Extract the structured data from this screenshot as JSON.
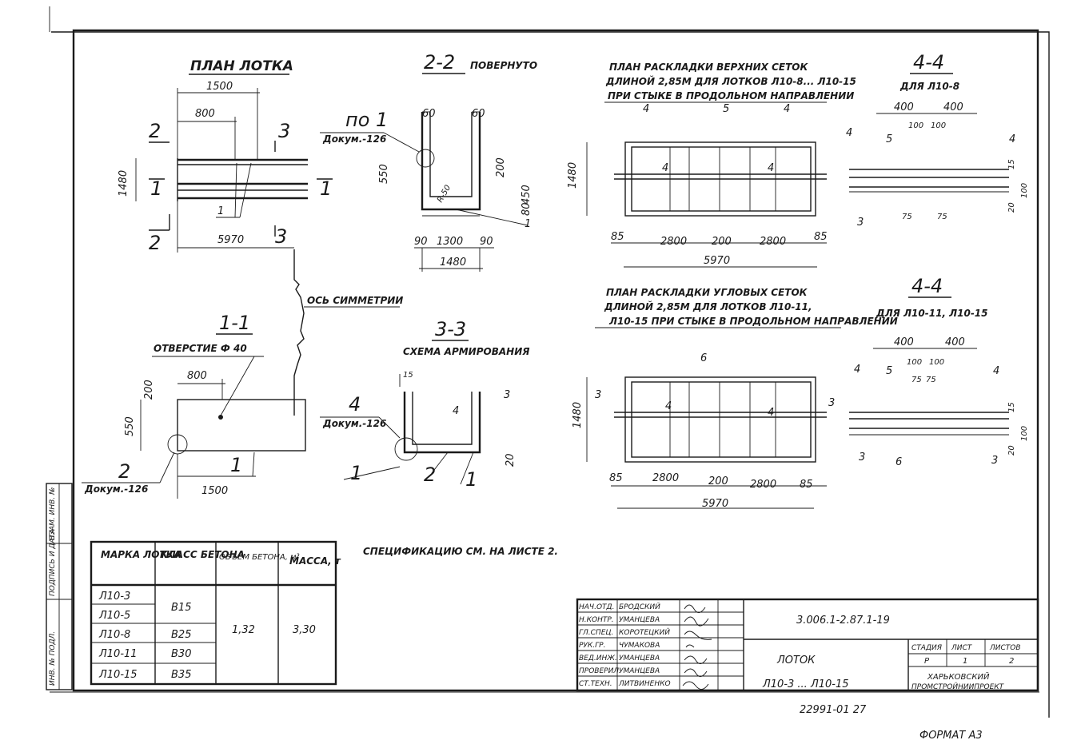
{
  "plan": {
    "title": "ПЛАН ЛОТКА",
    "dim_total_width": "1500",
    "dim_partial": "800",
    "dim_height": "1480",
    "dim_length": "5970",
    "section_2": "2",
    "section_3": "3",
    "section_1": "1",
    "bar_label": "1"
  },
  "section22": {
    "title": "2-2",
    "subtitle": "ПОВЕРНУТО",
    "ref_line1": "по 1",
    "ref_line2": "Докум.-126",
    "dims": [
      "60",
      "60",
      "550",
      "R-50",
      "200",
      "450",
      "90",
      "1300",
      "90",
      "1480",
      "80",
      "1"
    ]
  },
  "upper_mesh": {
    "title_l1": "ПЛАН РАСКЛАДКИ ВЕРХНИХ СЕТОК",
    "title_l2": "ДЛИНОЙ 2,85М ДЛЯ ЛОТКОВ Л10-8... Л10-15",
    "title_l3": "ПРИ СТЫКЕ В ПРОДОЛЬНОМ НАПРАВЛЕНИИ",
    "marks": [
      "4",
      "5",
      "4"
    ],
    "dim_h": "1480",
    "dim_85": "85",
    "dim_2800": "2800",
    "dim_200": "200",
    "dim_total": "5970",
    "cut": "4"
  },
  "section44a": {
    "title": "4-4",
    "subtitle": "ДЛЯ Л10-8",
    "dims": [
      "400",
      "400",
      "100",
      "100",
      "75",
      "75",
      "15",
      "100",
      "20"
    ],
    "marks": [
      "4",
      "5",
      "4",
      "3"
    ]
  },
  "corner_mesh": {
    "title_l1": "ПЛАН РАСКЛАДКИ УГЛОВЫХ СЕТОК",
    "title_l2": "ДЛИНОЙ 2,85М ДЛЯ ЛОТКОВ Л10-11,",
    "title_l3": "Л10-15 ПРИ СТЫКЕ В ПРОДОЛЬНОМ НАПРАВЛЕНИИ",
    "marks": [
      "6",
      "3",
      "3"
    ],
    "dim_h": "1480",
    "dim_85": "85",
    "dim_2800": "2800",
    "dim_200": "200",
    "dim_total": "5970",
    "cut": "4"
  },
  "section44b": {
    "title": "4-4",
    "subtitle": "ДЛЯ Л10-11, Л10-15",
    "dims": [
      "400",
      "400",
      "100",
      "100",
      "75",
      "75",
      "15",
      "100",
      "20"
    ],
    "marks": [
      "4",
      "5",
      "4",
      "3",
      "6",
      "3"
    ]
  },
  "section11": {
    "title": "1-1",
    "hole_label": "ОТВЕРСТИЕ Ф 40",
    "dim_800": "800",
    "dim_200": "200",
    "dim_550": "550",
    "dim_1500": "1500",
    "ref_num": "2",
    "ref_doc": "Докум.-126",
    "bar": "1"
  },
  "axis_label": "ОСЬ СИММЕТРИИ",
  "section33": {
    "title": "3-3",
    "subtitle": "СХЕМА АРМИРОВАНИЯ",
    "dim_15": "15",
    "dim_20": "20",
    "ref_num": "4",
    "ref_doc": "Докум.-126",
    "marks": [
      "4",
      "3",
      "1",
      "2",
      "1"
    ]
  },
  "spec_note": "СПЕЦИФИКАЦИЮ СМ. НА ЛИСТЕ 2.",
  "table": {
    "headers": [
      "МАРКА ЛОТКА",
      "КЛАСС БЕТОНА",
      "ОБЪЕМ БЕТОНА, м³",
      "МАССА, т"
    ],
    "marks": [
      "Л10-3",
      "Л10-5",
      "Л10-8",
      "Л10-11",
      "Л10-15"
    ],
    "classes": [
      "В15",
      "В25",
      "В30",
      "В35"
    ],
    "volume": "1,32",
    "mass": "3,30"
  },
  "side_strip": [
    "ИНВ. № ПОДЛ.",
    "ПОДПИСЬ И ДАТА",
    "ВЗАМ. ИНВ. №"
  ],
  "title_block": {
    "roles": [
      "НАЧ.ОТД.",
      "Н.КОНТР.",
      "ГЛ.СПЕЦ.",
      "РУК.ГР.",
      "ВЕД.ИНЖ.",
      "ПРОВЕРИЛ",
      "СТ.ТЕХН."
    ],
    "names": [
      "БРОДСКИЙ",
      "УМАНЦЕВА",
      "КОРОТЕЦКИЙ",
      "ЧУМАКОВА",
      "УМАНЦЕВА",
      "УМАНЦЕВА",
      "ЛИТВИНЕНКО"
    ],
    "doc_code": "3.006.1-2.87.1-19",
    "name": "ЛОТОК",
    "range": "Л10-3 ... Л10-15",
    "stage_header": "СТАДИЯ",
    "sheet_header": "ЛИСТ",
    "sheets_header": "ЛИСТОВ",
    "stage": "Р",
    "sheet": "1",
    "sheets": "2",
    "org_l1": "ХАРЬКОВСКИЙ",
    "org_l2": "ПРОМСТРОЙНИИПРОЕКТ"
  },
  "bottom_number": "22991-01   27",
  "format_label": "ФОРМАТ А3"
}
